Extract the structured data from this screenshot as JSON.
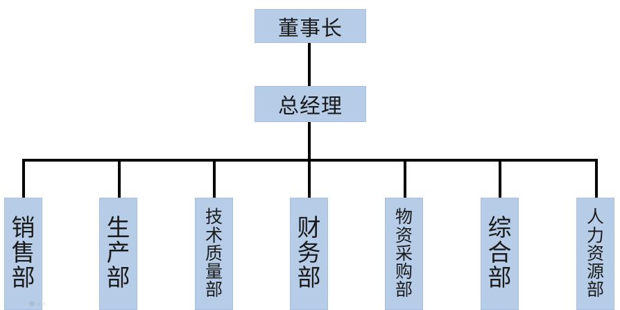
{
  "diagram": {
    "chairman": "董事长",
    "general_manager": "总经理",
    "departments": [
      {
        "label": "销售部",
        "chars": [
          "销",
          "售",
          "部"
        ]
      },
      {
        "label": "生产部",
        "chars": [
          "生",
          "产",
          "部"
        ]
      },
      {
        "label": "技术质量部",
        "chars": [
          "技",
          "术",
          "质",
          "量",
          "部"
        ]
      },
      {
        "label": "财务部",
        "chars": [
          "财",
          "务",
          "部"
        ]
      },
      {
        "label": "物资采购部",
        "chars": [
          "物",
          "资",
          "采",
          "购",
          "部"
        ]
      },
      {
        "label": "综合部",
        "chars": [
          "综",
          "合",
          "部"
        ]
      },
      {
        "label": "人力资源部",
        "chars": [
          "人",
          "力",
          "资",
          "源",
          "部"
        ]
      }
    ]
  },
  "colors": {
    "box_fill": "#b6cce7",
    "connector": "#000000",
    "text": "#1a1a1a"
  }
}
